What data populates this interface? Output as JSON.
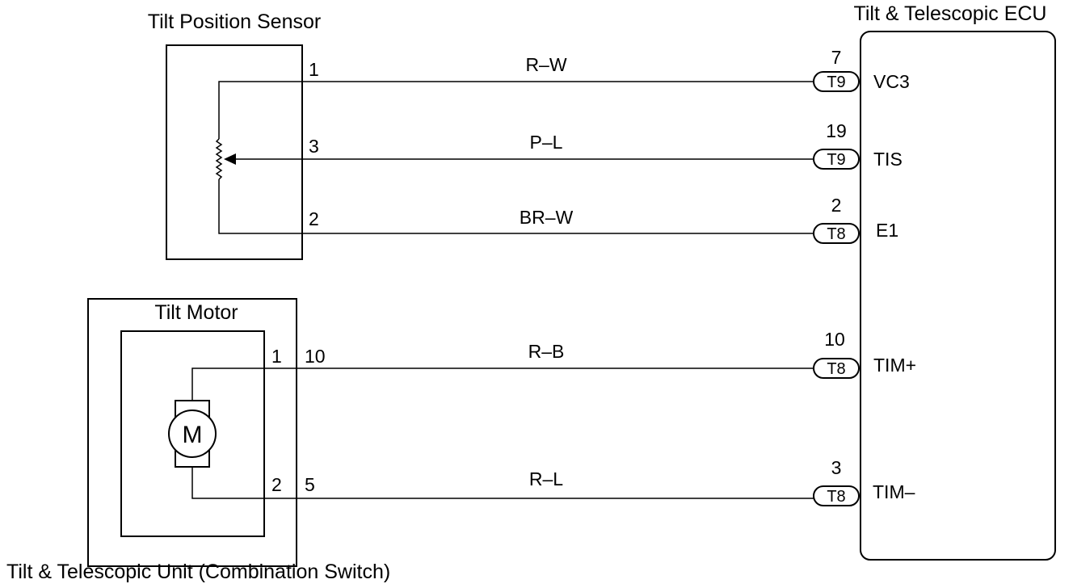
{
  "sensor": {
    "title": "Tilt Position Sensor",
    "pins": {
      "top": "1",
      "middle": "3",
      "bottom": "2"
    }
  },
  "motor": {
    "title": "Tilt Motor",
    "symbol": "M",
    "inner_pins": {
      "top": "1",
      "bottom": "2"
    },
    "outer_pins": {
      "top": "10",
      "bottom": "5"
    }
  },
  "unit": {
    "title": "Tilt & Telescopic Unit (Combination Switch)"
  },
  "ecu": {
    "title": "Tilt & Telescopic ECU"
  },
  "wires": [
    {
      "color": "R–W",
      "connector": "T9",
      "ecu_pin": "7",
      "ecu_label": "VC3"
    },
    {
      "color": "P–L",
      "connector": "T9",
      "ecu_pin": "19",
      "ecu_label": "TIS"
    },
    {
      "color": "BR–W",
      "connector": "T8",
      "ecu_pin": "2",
      "ecu_label": "E1"
    },
    {
      "color": "R–B",
      "connector": "T8",
      "ecu_pin": "10",
      "ecu_label": "TIM+"
    },
    {
      "color": "R–L",
      "connector": "T8",
      "ecu_pin": "3",
      "ecu_label": "TIM–"
    }
  ]
}
